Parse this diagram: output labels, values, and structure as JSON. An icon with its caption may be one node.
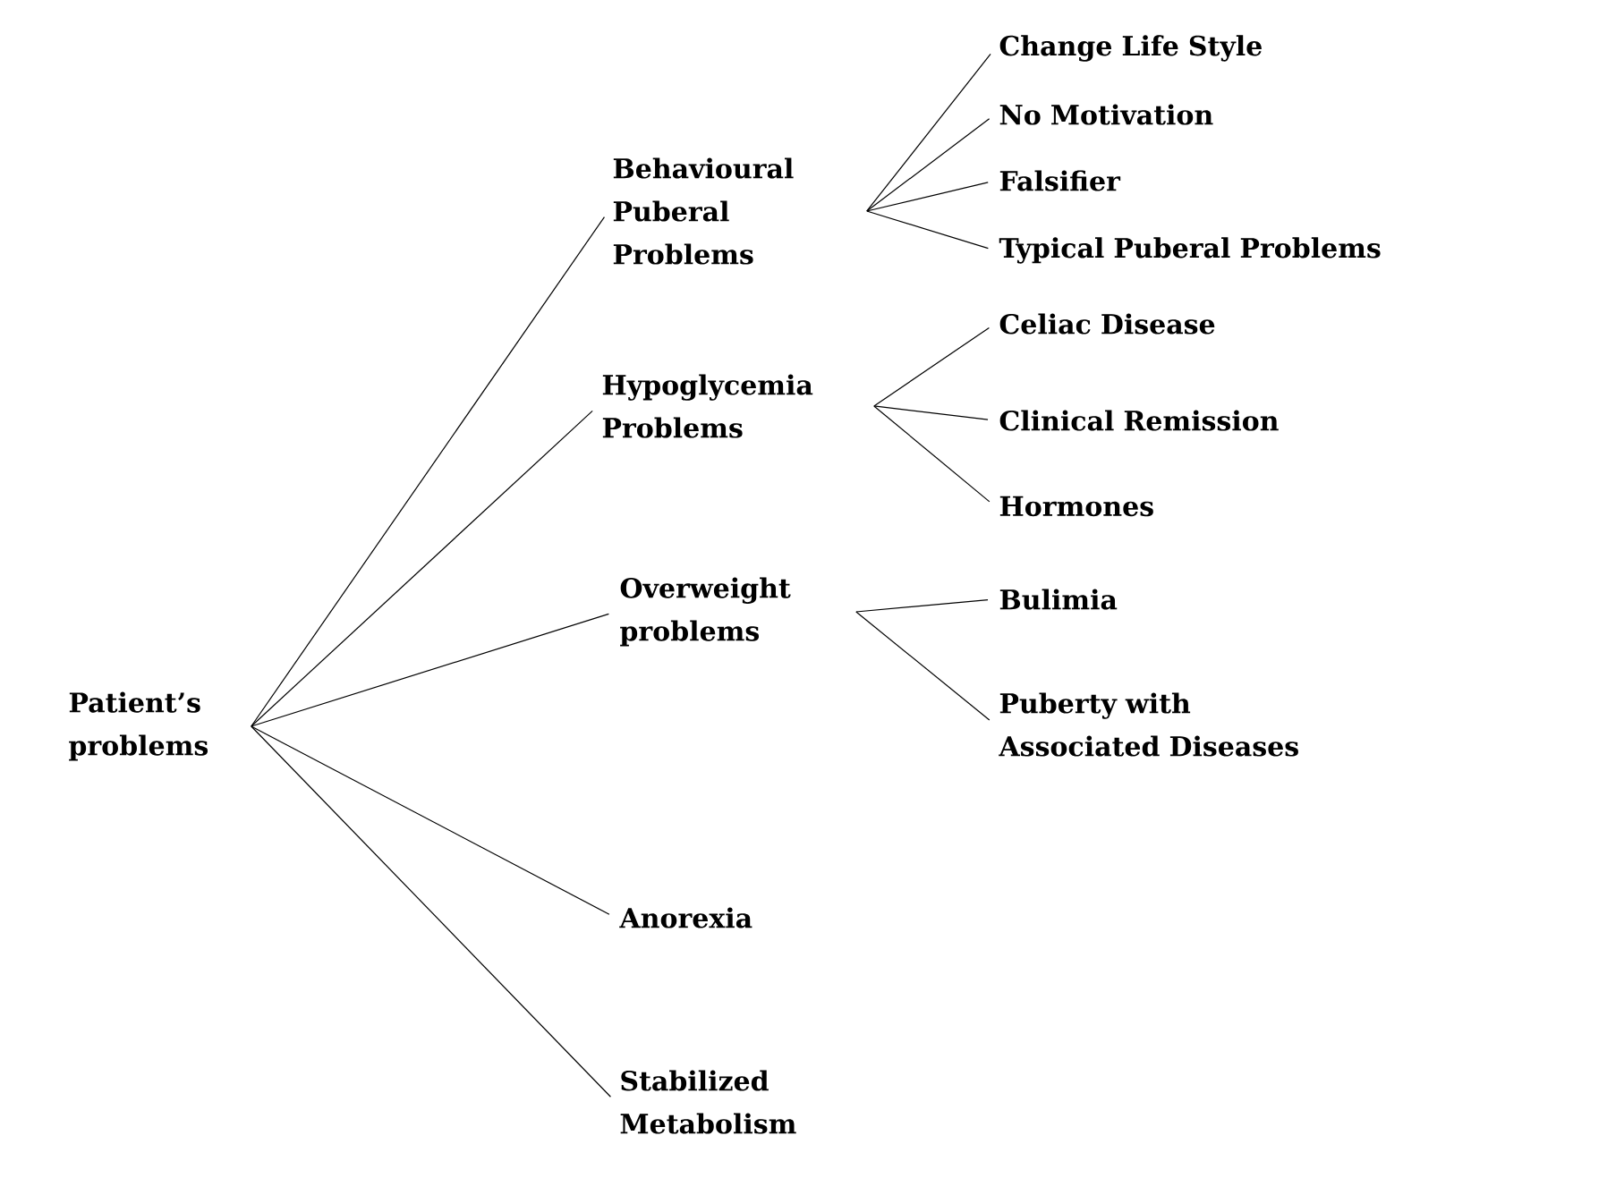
{
  "diagram": {
    "nodes": [
      {
        "text": [
          "Patient’s problems"
        ]
      },
      {
        "text": [
          "Behavioural Puberal Problems"
        ]
      },
      {
        "text": [
          "Hypoglycemia Problems"
        ]
      },
      {
        "text": [
          "Overweight problems"
        ]
      },
      {
        "text": [
          "Anorexia"
        ]
      },
      {
        "text": [
          "Stabilized Metabolism"
        ]
      },
      {
        "text": [
          "Change Life Style"
        ]
      },
      {
        "text": [
          "No Motivation"
        ]
      },
      {
        "text": [
          "Falsifier"
        ]
      },
      {
        "text": [
          "Typical Puberal Problems"
        ]
      },
      {
        "text": [
          "Celiac Disease"
        ]
      },
      {
        "text": [
          "Clinical Remission"
        ]
      },
      {
        "text": [
          "Hormones"
        ]
      },
      {
        "text": [
          "Bulimia"
        ]
      },
      {
        "text": [
          "Puberty with Associated Diseases"
        ]
      }
    ],
    "edges": [
      {
        "from": 0,
        "to": 1,
        "arrow": "none"
      },
      {
        "from": 0,
        "to": 2,
        "arrow": "none"
      },
      {
        "from": 0,
        "to": 3,
        "arrow": "none"
      },
      {
        "from": 0,
        "to": 4,
        "arrow": "none"
      },
      {
        "from": 0,
        "to": 5,
        "arrow": "none"
      },
      {
        "from": 1,
        "to": 6,
        "arrow": "none"
      },
      {
        "from": 1,
        "to": 7,
        "arrow": "none"
      },
      {
        "from": 1,
        "to": 8,
        "arrow": "none"
      },
      {
        "from": 1,
        "to": 9,
        "arrow": "none"
      },
      {
        "from": 2,
        "to": 10,
        "arrow": "none"
      },
      {
        "from": 2,
        "to": 11,
        "arrow": "none"
      },
      {
        "from": 2,
        "to": 12,
        "arrow": "none"
      },
      {
        "from": 3,
        "to": 13,
        "arrow": "none"
      },
      {
        "from": 3,
        "to": 14,
        "arrow": "none"
      }
    ]
  }
}
